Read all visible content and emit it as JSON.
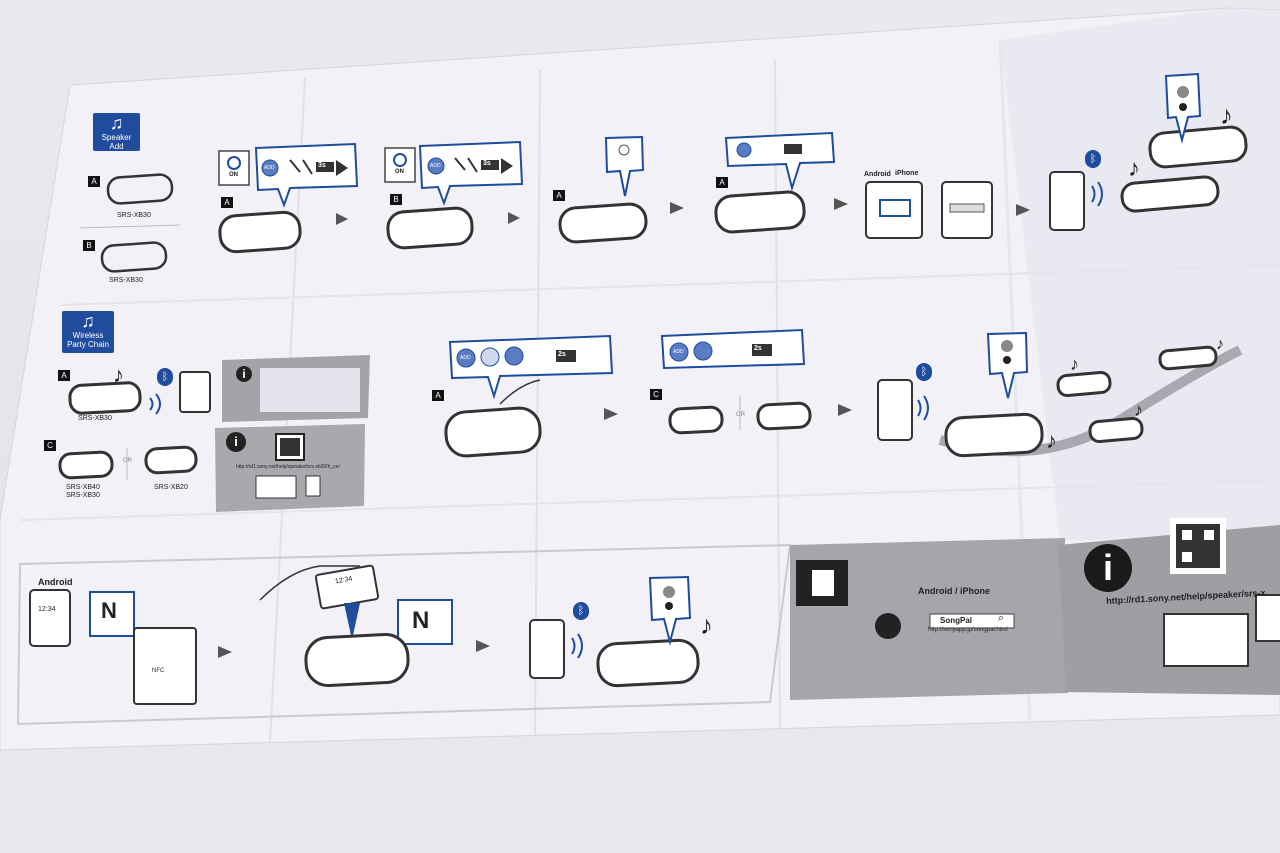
{
  "sections": {
    "speaker_add": {
      "title_line1": "Speaker",
      "title_line2": "Add"
    },
    "party_chain": {
      "title_line1": "Wireless",
      "title_line2": "Party",
      "title_line3": "Chain"
    }
  },
  "letters": {
    "a": "A",
    "b": "B",
    "c": "C"
  },
  "models": {
    "xb30": "SRS-XB30",
    "xb40": "SRS-XB40",
    "xb20": "SRS-XB20",
    "or": "OR"
  },
  "labels": {
    "on": "ON",
    "add": "ADD",
    "android": "Android",
    "iphone": "iPhone",
    "android_iphone": "Android / iPhone",
    "time": "12:34",
    "nfc": "NFC",
    "songpal": "SongPal",
    "songpal_url": "http://sonyapp.jp/songpal.html",
    "help_url": "http://rd1.sony.net/help/speaker/srs-x",
    "help_url_small": "http://rd1.sony.net/help/speaker/srs-xb30/h_ce/",
    "timer3": "3s",
    "timer2": "2s",
    "info": "i"
  },
  "colors": {
    "sony_blue": "#1f4c9c",
    "paper": "#f4f4f9",
    "gray_panel": "#a9a9ad",
    "dark_gray_panel": "#9c9ca0"
  }
}
